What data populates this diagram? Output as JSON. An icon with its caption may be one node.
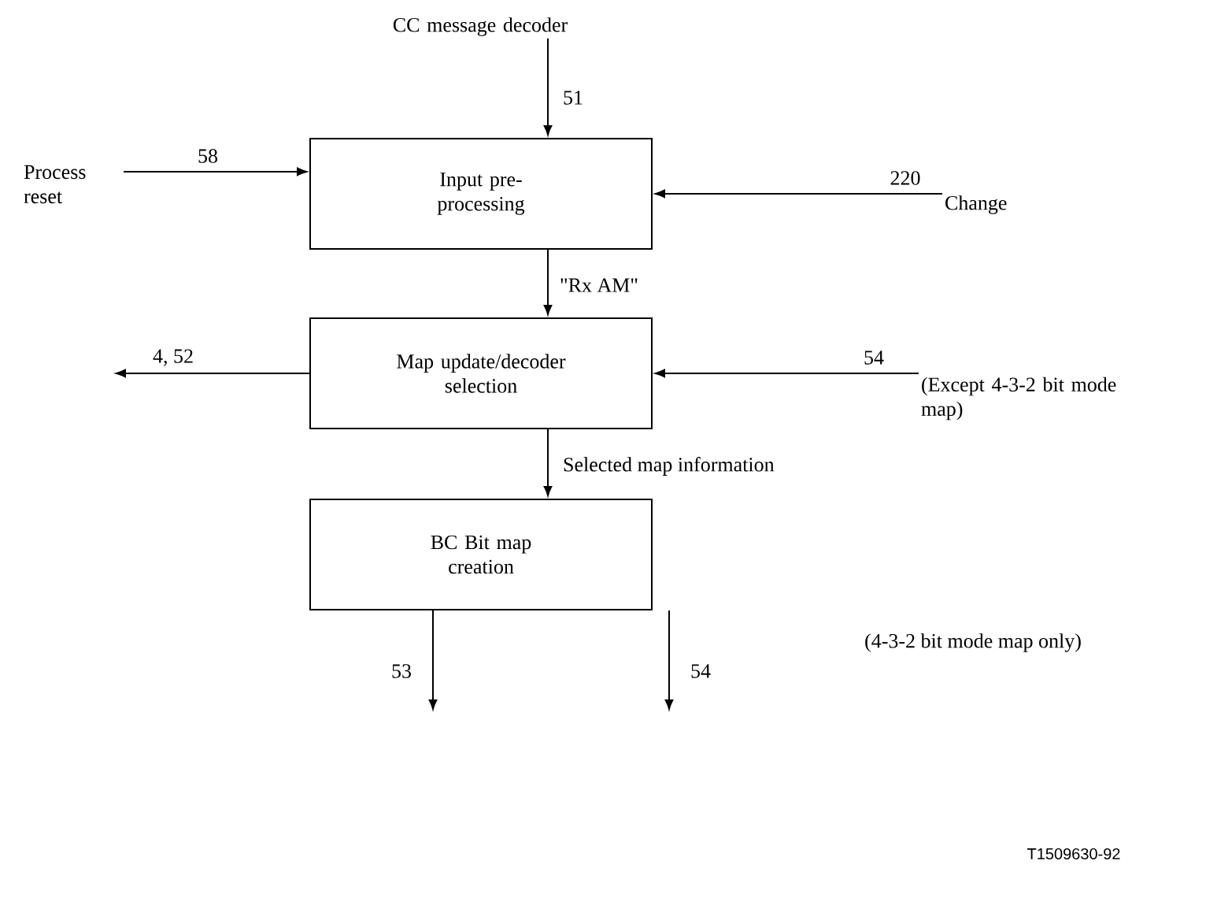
{
  "diagram": {
    "nodes": [
      {
        "text": [
          "CC message decoder"
        ]
      },
      {
        "text": [
          "Process reset"
        ]
      },
      {
        "text": [
          "Input pre-processing"
        ]
      },
      {
        "text": [
          "Change"
        ]
      },
      {
        "text": [
          "Map update/decoder selection"
        ]
      },
      {
        "text": [
          "(Except 4-3-2 bit mode map)"
        ]
      },
      {
        "text": [
          "BC Bit map creation"
        ]
      }
    ],
    "edges": [
      {
        "from": 0,
        "to": 2,
        "arrow": "to",
        "label": "51"
      },
      {
        "from": 1,
        "to": 2,
        "arrow": "to",
        "label": "58"
      },
      {
        "from": 3,
        "to": 2,
        "arrow": "to",
        "label": "220"
      },
      {
        "from": 2,
        "to": 4,
        "arrow": "to",
        "label": "\"Rx AM\""
      },
      {
        "from": 4,
        "to": null,
        "arrow": "to",
        "label": "4, 52"
      },
      {
        "from": 5,
        "to": 4,
        "arrow": "to",
        "label": "54"
      },
      {
        "from": 4,
        "to": 6,
        "arrow": "to",
        "label": "Selected map information"
      },
      {
        "from": 6,
        "to": null,
        "arrow": "to",
        "label": "53"
      },
      {
        "from": 6,
        "to": null,
        "arrow": "to",
        "label": "54"
      }
    ],
    "labels": [
      "(4-3-2 bit mode map only)",
      "T1509630-92"
    ]
  }
}
